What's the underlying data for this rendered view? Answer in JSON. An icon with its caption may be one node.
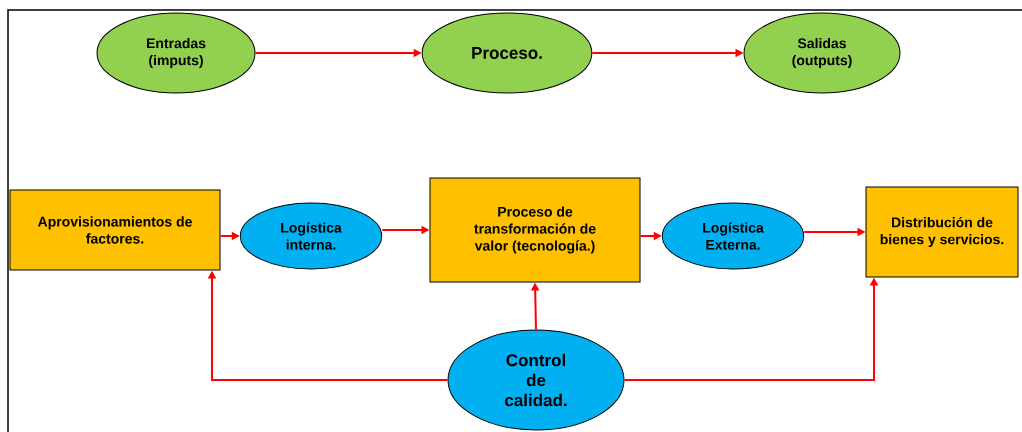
{
  "diagram": {
    "nodes": [
      {
        "text": [
          "Entradas (imputs)"
        ]
      },
      {
        "text": [
          "Proceso."
        ]
      },
      {
        "text": [
          "Salidas (outputs)"
        ]
      },
      {
        "text": [
          "Aprovisionamientos de factores."
        ]
      },
      {
        "text": [
          "Logística interna."
        ]
      },
      {
        "text": [
          "Proceso de transformación de valor (tecnología.)"
        ]
      },
      {
        "text": [
          "Logística Externa."
        ]
      },
      {
        "text": [
          "Distribución de bienes y servicios."
        ]
      },
      {
        "text": [
          "Control de calidad."
        ]
      }
    ],
    "edges": [
      {
        "from": 0,
        "to": 1,
        "arrow": "to"
      },
      {
        "from": 1,
        "to": 2,
        "arrow": "to"
      },
      {
        "from": 3,
        "to": 4,
        "arrow": "to"
      },
      {
        "from": 4,
        "to": 5,
        "arrow": "to"
      },
      {
        "from": 5,
        "to": 6,
        "arrow": "to"
      },
      {
        "from": 6,
        "to": 7,
        "arrow": "to"
      },
      {
        "from": 8,
        "to": 3,
        "arrow": "to"
      },
      {
        "from": 8,
        "to": 5,
        "arrow": "to"
      },
      {
        "from": 8,
        "to": 7,
        "arrow": "to"
      }
    ]
  }
}
